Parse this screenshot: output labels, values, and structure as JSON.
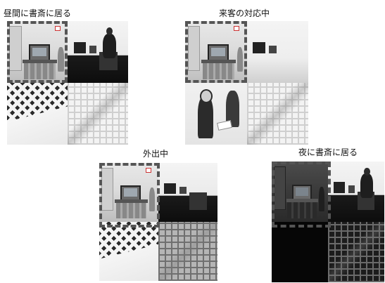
{
  "captions": {
    "panel1": "昼間に書斎に居る",
    "panel2": "来客の対応中",
    "panel3": "外出中",
    "panel4": "夜に書斎に居る"
  },
  "colors": {
    "dash_frame": "#555555",
    "background": "#ffffff"
  }
}
